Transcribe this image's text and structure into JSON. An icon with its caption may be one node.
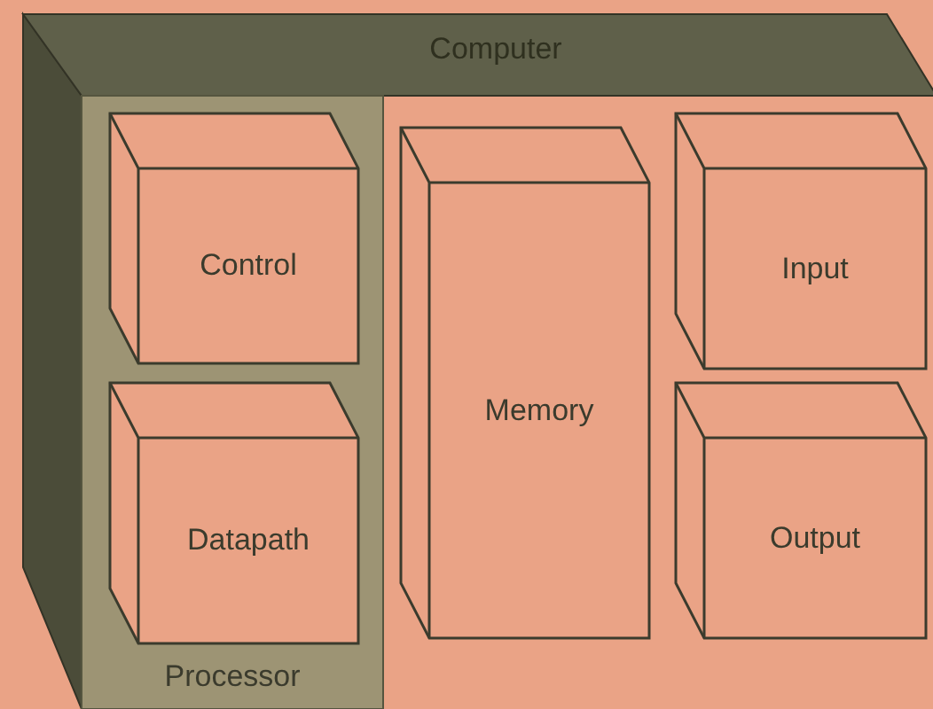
{
  "diagram": {
    "nodes": [
      {
        "text": [
          "Computer"
        ]
      },
      {
        "text": [
          "Processor"
        ],
        "in": 0
      },
      {
        "text": [
          "Control"
        ],
        "in": 1
      },
      {
        "text": [
          "Datapath"
        ],
        "in": 1
      },
      {
        "text": [
          "Memory"
        ],
        "in": 0
      },
      {
        "text": [
          "Input"
        ],
        "in": 0
      },
      {
        "text": [
          "Output"
        ],
        "in": 0
      }
    ]
  }
}
